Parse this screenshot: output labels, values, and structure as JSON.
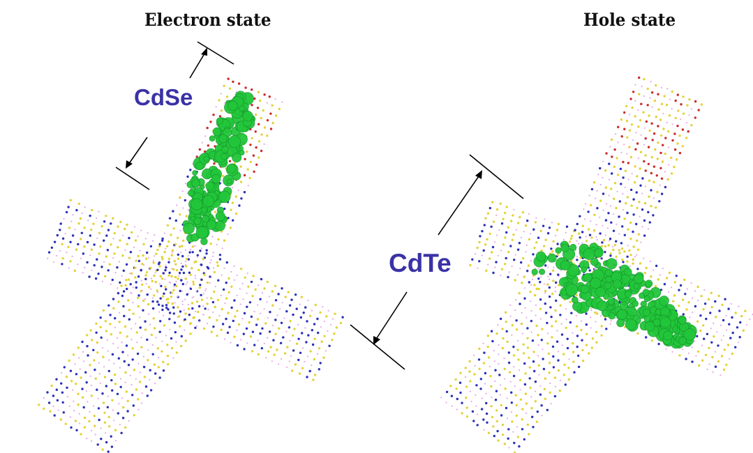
{
  "panels": {
    "left": {
      "title": "Electron state"
    },
    "right": {
      "title": "Hole state"
    }
  },
  "labels": {
    "cdse": "CdSe",
    "cdte": "CdTe"
  },
  "colors": {
    "wavefunction_green": "#22c63a",
    "atom_blue": "#2b2fb8",
    "atom_yellow": "#e5d23a",
    "atom_red": "#cc2a2a",
    "atom_pink": "#e8a6e6",
    "label_blue": "#3a32a6"
  }
}
